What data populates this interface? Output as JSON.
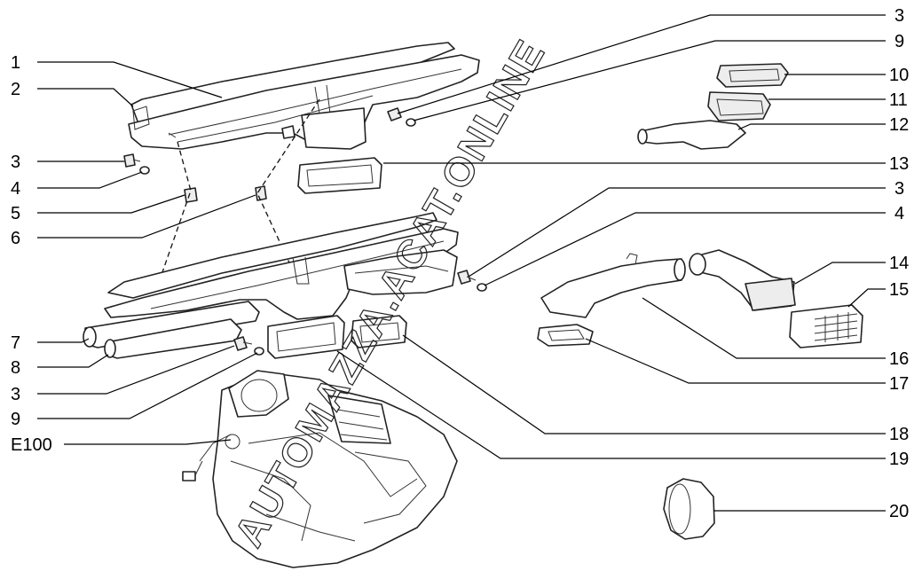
{
  "diagram": {
    "callouts": [
      {
        "id": "c1",
        "label": "1"
      },
      {
        "id": "c2",
        "label": "2"
      },
      {
        "id": "c3a",
        "label": "3"
      },
      {
        "id": "c4a",
        "label": "4"
      },
      {
        "id": "c5",
        "label": "5"
      },
      {
        "id": "c6",
        "label": "6"
      },
      {
        "id": "c7",
        "label": "7"
      },
      {
        "id": "c8",
        "label": "8"
      },
      {
        "id": "c3b",
        "label": "3"
      },
      {
        "id": "c9a",
        "label": "9"
      },
      {
        "id": "cE",
        "label": "E100"
      },
      {
        "id": "c3c",
        "label": "3"
      },
      {
        "id": "c9b",
        "label": "9"
      },
      {
        "id": "c10",
        "label": "10"
      },
      {
        "id": "c11",
        "label": "11"
      },
      {
        "id": "c12",
        "label": "12"
      },
      {
        "id": "c13",
        "label": "13"
      },
      {
        "id": "c3d",
        "label": "3"
      },
      {
        "id": "c4b",
        "label": "4"
      },
      {
        "id": "c14",
        "label": "14"
      },
      {
        "id": "c15",
        "label": "15"
      },
      {
        "id": "c16",
        "label": "16"
      },
      {
        "id": "c17",
        "label": "17"
      },
      {
        "id": "c18",
        "label": "18"
      },
      {
        "id": "c19",
        "label": "19"
      },
      {
        "id": "c20",
        "label": "20"
      }
    ],
    "watermark": "AUTOMAZZA.ACAT.ONLINE"
  }
}
